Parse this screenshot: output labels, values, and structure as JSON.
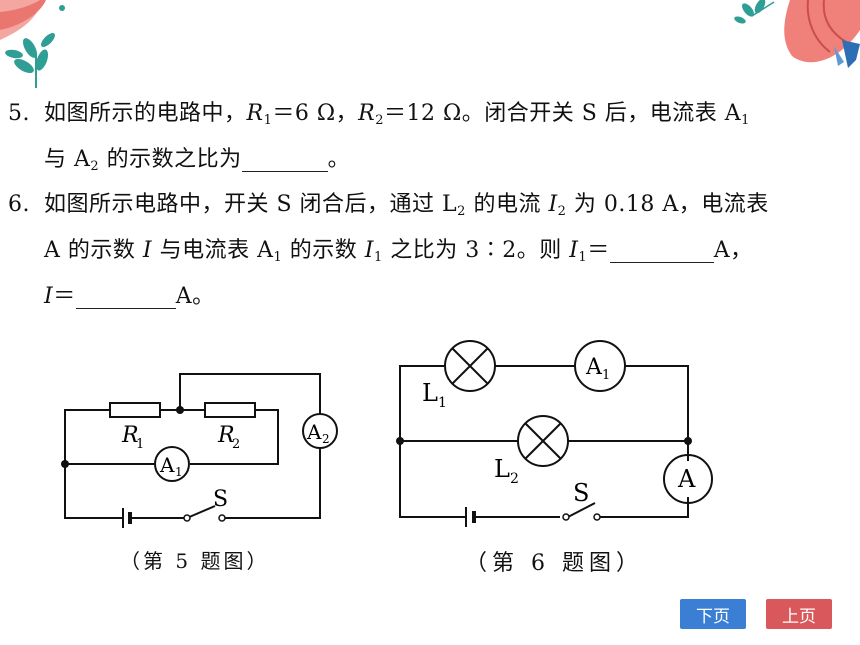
{
  "q5": {
    "num": "5.",
    "t1": "如图所示的电路中，",
    "R": "R",
    "r1": "1",
    "t2": "＝6 Ω，",
    "r2": "2",
    "t3": "＝12 Ω。闭合开关 S 后，电流表 A",
    "a1": "1",
    "t4": "与 A",
    "a2": "2",
    "t5": " 的示数之比为",
    "t6": "。"
  },
  "q6": {
    "num": "6.",
    "t1": "如图所示电路中，开关 S 闭合后，通过 L",
    "l2": "2",
    "t2": " 的电流 ",
    "I": "I",
    "i2": "2",
    "t3": " 为 0.18 A，电流表",
    "t4": "A 的示数 ",
    "t5": " 与电流表 A",
    "a1": "1",
    "t6": " 的示数 ",
    "i1": "1",
    "t7": " 之比为 3∶2。则 ",
    "t8": "＝",
    "t9": "A，",
    "t10": "＝",
    "t11": "A。"
  },
  "fig5": {
    "R": "R",
    "r1": "1",
    "r2": "2",
    "A": "A",
    "a1": "1",
    "a2": "2",
    "S": "S",
    "caption": "（第 5 题图）"
  },
  "fig6": {
    "L": "L",
    "l1": "1",
    "l2": "2",
    "A": "A",
    "a1": "1",
    "S": "S",
    "caption": "（第 6 题图）"
  },
  "nav": {
    "next": "下页",
    "prev": "上页",
    "next_color": "#3b7fd4",
    "prev_color": "#d9585b"
  }
}
